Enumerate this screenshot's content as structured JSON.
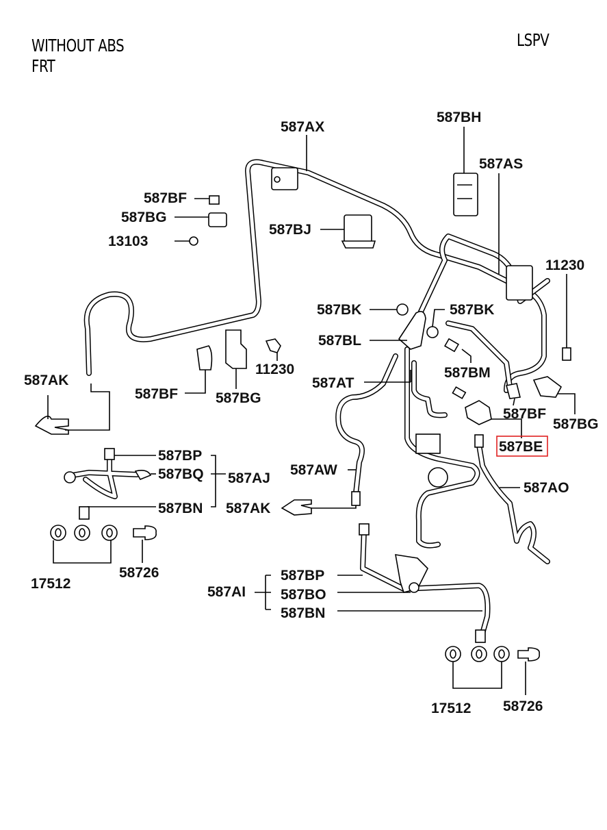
{
  "header": {
    "variant_line1": "WITHOUT ABS",
    "variant_line2": "FRT",
    "section": "LSPV"
  },
  "highlight_color": "#e02020",
  "labels": {
    "p587AX": "587AX",
    "p587BH": "587BH",
    "p587AS": "587AS",
    "p587BF_top": "587BF",
    "p587BG_top": "587BG",
    "p13103": "13103",
    "p587BJ": "587BJ",
    "p11230_right": "11230",
    "p587BK_left": "587BK",
    "p587BK_right": "587BK",
    "p587BL": "587BL",
    "p587AK_left": "587AK",
    "p587BF_mid": "587BF",
    "p587BG_mid": "587BG",
    "p11230_mid": "11230",
    "p587BM": "587BM",
    "p587AT": "587AT",
    "p587BF_right": "587BF",
    "p587BG_right": "587BG",
    "p587BE": "587BE",
    "p587BP_left": "587BP",
    "p587BQ": "587BQ",
    "p587AJ": "587AJ",
    "p587BN_left": "587BN",
    "p587AW": "587AW",
    "p587AK_mid": "587AK",
    "p587AO": "587AO",
    "p17512_left": "17512",
    "p58726_left": "58726",
    "p587AI": "587AI",
    "p587BP_bottom": "587BP",
    "p587BO": "587BO",
    "p587BN_bottom": "587BN",
    "p17512_right": "17512",
    "p58726_right": "58726"
  },
  "highlighted_part": "587BE"
}
